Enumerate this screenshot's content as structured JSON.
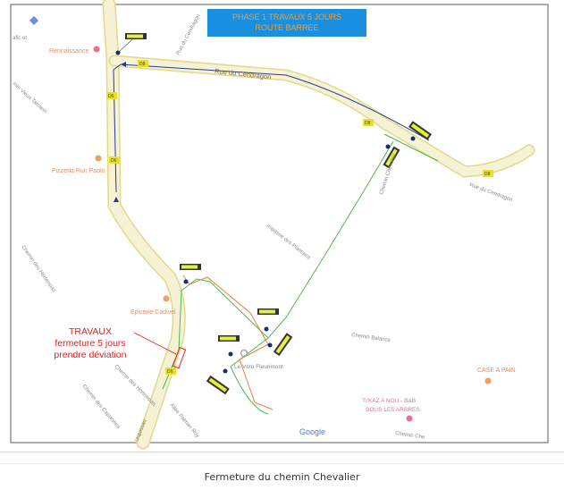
{
  "banner": {
    "line1": "PHASE 1 TRAVAUX 5 JOURS",
    "line2": "ROUTE BARREE"
  },
  "annotation": {
    "line1": "TRAVAUX",
    "line2": "fermeture 5 jours",
    "line3": "prendre déviation"
  },
  "road_labels": {
    "d8": "D8",
    "d6": "D6"
  },
  "streets": {
    "cendragon_main": "Rue du Cendragon",
    "cendragon_east": "Rue du Cendragon",
    "cendragon_north": "Rue du Cendragon",
    "vieux_tamarin": "min Vieux Tamarin",
    "hortensias_1": "Chemin des Hortensias",
    "hortensias_2": "Chemin des Hortensias",
    "capucines": "Chemin des Capucines",
    "palmier": "Allée Palmier Roy",
    "torquissau": "orquissau",
    "plantains": "Impasse des Plantains",
    "balance": "Chemin Balance",
    "chevalier_n": "Chemin Chevalier",
    "chevalier_s": "Chemin Che",
    "fic": "afic et"
  },
  "pois": {
    "rennaissance": "Rennaissance",
    "pizzeria": "Pizzeria Run Paolo",
    "epicerie": "Epicerie Cadivel",
    "veto": "Le Véto Fleurimont",
    "case_pain": "CASE A PAIN",
    "tikaz1": "TI'KAZ A NOU - B&B",
    "tikaz2": "SOUS LES ARBRES"
  },
  "google_logo": "Google",
  "caption": "Fermeture du chemin Chevalier",
  "colors": {
    "banner": "#1a8fe0",
    "banner_text": "#e8a040",
    "route_blue": "#2a3a8a",
    "route_green": "#4cb84c",
    "route_orange": "#e88040",
    "road": "#f3f0cc"
  }
}
